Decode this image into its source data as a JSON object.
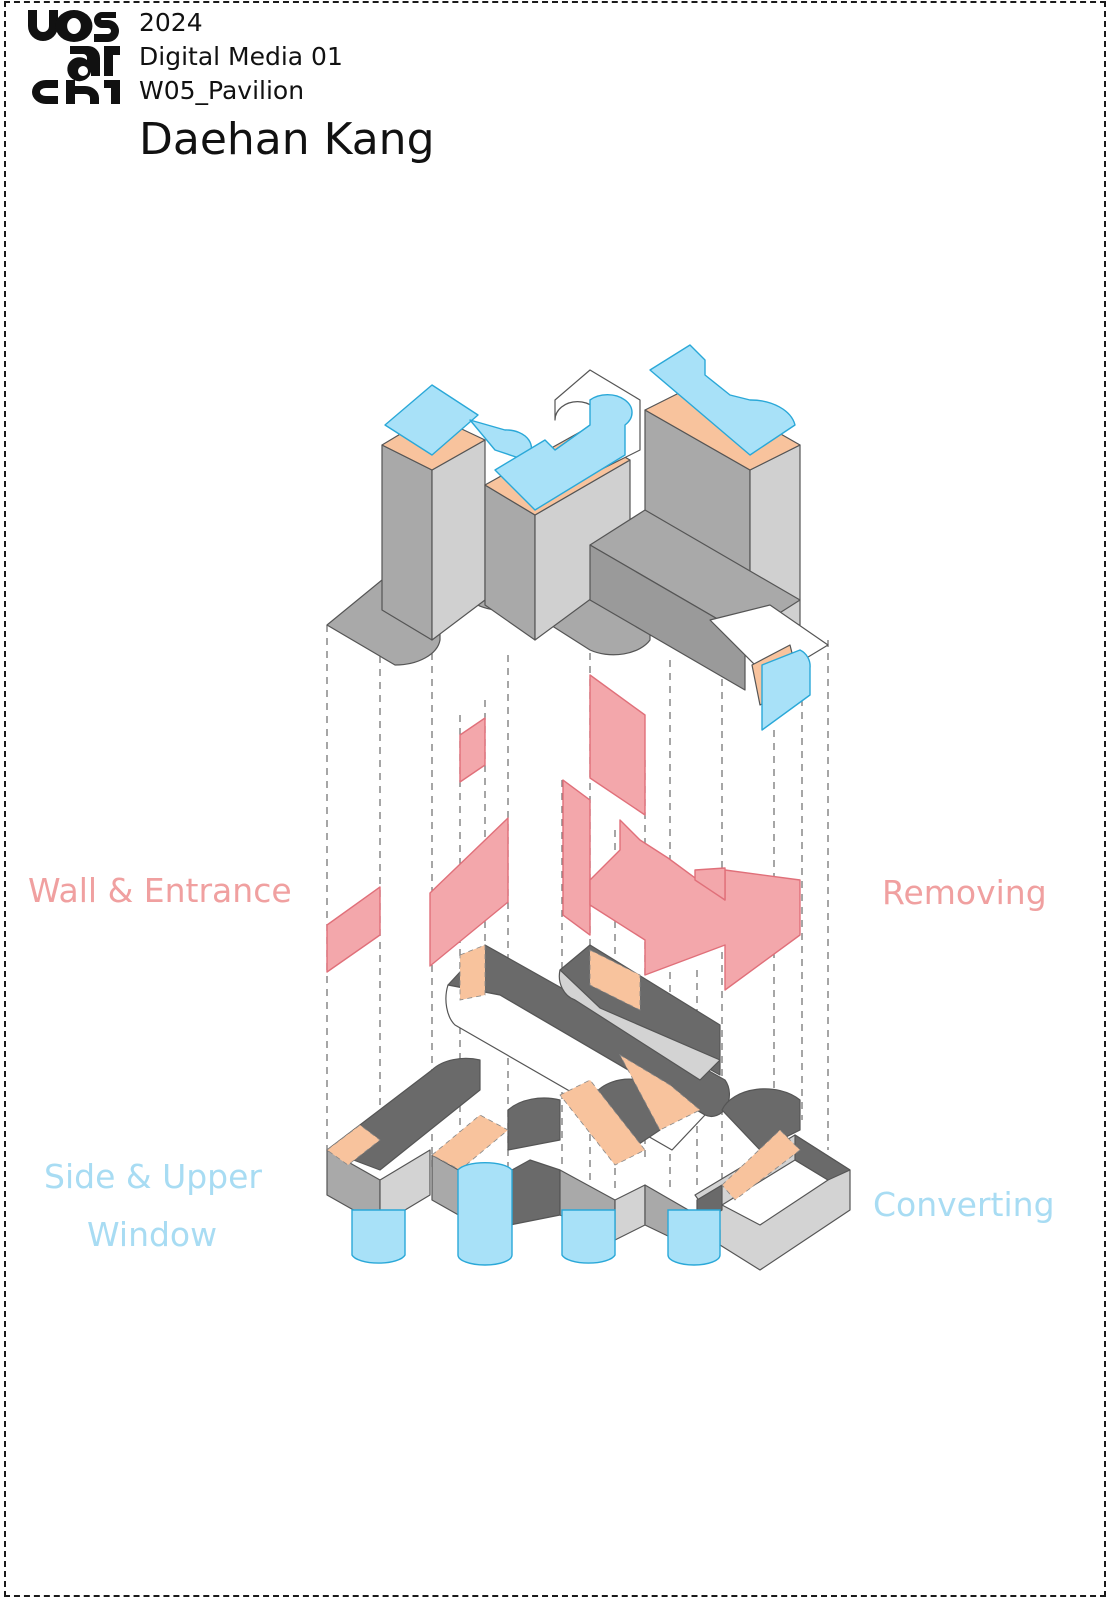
{
  "header": {
    "logo": "uos arch",
    "year": "2024",
    "course": "Digital Media 01",
    "assignment": "W05_Pavilion",
    "author": "Daehan Kang"
  },
  "labels": {
    "wall_entrance": "Wall & Entrance",
    "removing": "Removing",
    "side_upper_line1": "Side & Upper",
    "side_upper_line2": "Window",
    "converting": "Converting"
  },
  "colors": {
    "pink_text": "#f0a0a0",
    "blue_text": "#a8dcf3",
    "glass": "#a8e1f8",
    "glass_stroke": "#2aa8d8",
    "wall": "#f3a7ab",
    "wall_stroke": "#e0707a",
    "floor": "#f8c39d",
    "dark_grey": "#6a6a6a",
    "mid_grey": "#a9a9a9",
    "light_grey": "#d3d3d3"
  }
}
